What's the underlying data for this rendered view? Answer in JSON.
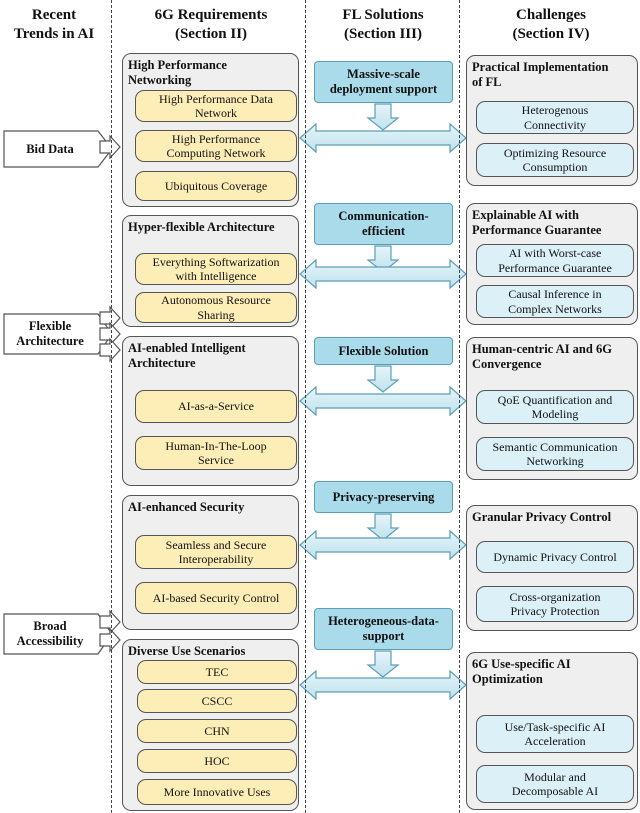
{
  "headers": {
    "trends": "Recent\nTrends in AI",
    "req": "6G Requirements\n(Section II)",
    "fl": "FL Solutions\n(Section III)",
    "chal": "Challenges\n(Section IV)"
  },
  "trends": [
    "Bid Data",
    "Flexible\nArchitecture",
    "Broad\nAccessibility"
  ],
  "requirements": [
    {
      "title": "High Performance\nNetworking",
      "items": [
        "High Performance Data\nNetwork",
        "High Performance\nComputing Network",
        "Ubiquitous Coverage"
      ]
    },
    {
      "title": "Hyper-flexible Architecture",
      "items": [
        "Everything Softwarization\nwith Intelligence",
        "Autonomous Resource\nSharing"
      ]
    },
    {
      "title": "AI-enabled Intelligent\nArchitecture",
      "items": [
        "AI-as-a-Service",
        "Human-In-The-Loop\nService"
      ]
    },
    {
      "title": "AI-enhanced Security",
      "items": [
        "Seamless and Secure\nInteroperability",
        "AI-based Security Control"
      ]
    },
    {
      "title": "Diverse Use Scenarios",
      "items": [
        "TEC",
        "CSCC",
        "CHN",
        "HOC",
        "More Innovative Uses"
      ]
    }
  ],
  "fl_solutions": [
    "Massive-scale\ndeployment support",
    "Communication-\nefficient",
    "Flexible Solution",
    "Privacy-preserving",
    "Heterogeneous-data-\nsupport"
  ],
  "challenges": [
    {
      "title": "Practical Implementation\nof FL",
      "items": [
        "Heterogenous\nConnectivity",
        "Optimizing Resource\nConsumption"
      ]
    },
    {
      "title": "Explainable AI with\nPerformance Guarantee",
      "items": [
        "AI with Worst-case\nPerformance Guarantee",
        "Causal Inference in\nComplex Networks"
      ]
    },
    {
      "title": "Human-centric AI and 6G\nConvergence",
      "items": [
        "QoE Quantification and\nModeling",
        "Semantic Communication\nNetworking"
      ]
    },
    {
      "title": "Granular Privacy Control",
      "items": [
        "Dynamic Privacy Control",
        "Cross-organization\nPrivacy Protection"
      ]
    },
    {
      "title": "6G Use-specific AI\nOptimization",
      "items": [
        "Use/Task-specific AI\nAcceleration",
        "Modular and\nDecomposable AI"
      ]
    }
  ],
  "colors": {
    "item_yellow": "#fdedb7",
    "item_blue": "#dcf0f7",
    "fl_box": "#a9dbea",
    "arrow_fill": "#cfe9f3",
    "group_bg": "#efefef"
  }
}
